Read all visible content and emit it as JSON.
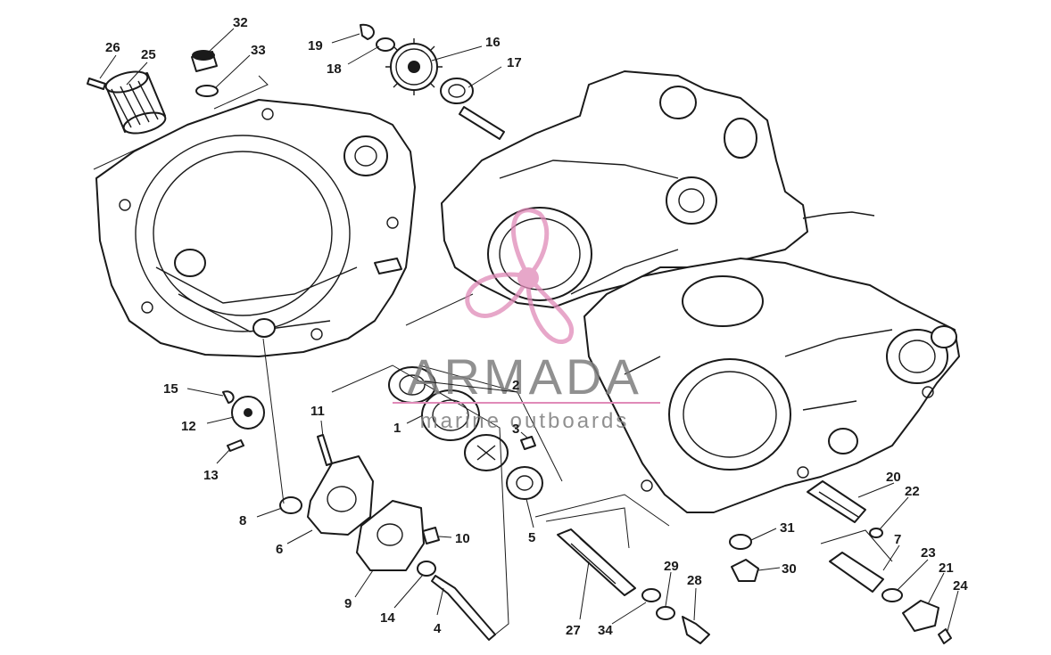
{
  "watermark": {
    "brand": "ARMADA",
    "tagline": "marine outboards",
    "accent_color": "#e08ab8",
    "text_color": "#7d7d7d"
  },
  "callouts": [
    {
      "id": "c1",
      "label": "1"
    },
    {
      "id": "c2",
      "label": "2"
    },
    {
      "id": "c3",
      "label": "3"
    },
    {
      "id": "c4",
      "label": "4"
    },
    {
      "id": "c5",
      "label": "5"
    },
    {
      "id": "c6",
      "label": "6"
    },
    {
      "id": "c7",
      "label": "7"
    },
    {
      "id": "c8",
      "label": "8"
    },
    {
      "id": "c9",
      "label": "9"
    },
    {
      "id": "c10",
      "label": "10"
    },
    {
      "id": "c11",
      "label": "11"
    },
    {
      "id": "c12",
      "label": "12"
    },
    {
      "id": "c13",
      "label": "13"
    },
    {
      "id": "c14",
      "label": "14"
    },
    {
      "id": "c15",
      "label": "15"
    },
    {
      "id": "c16",
      "label": "16"
    },
    {
      "id": "c17",
      "label": "17"
    },
    {
      "id": "c18",
      "label": "18"
    },
    {
      "id": "c19",
      "label": "19"
    },
    {
      "id": "c20",
      "label": "20"
    },
    {
      "id": "c21",
      "label": "21"
    },
    {
      "id": "c22",
      "label": "22"
    },
    {
      "id": "c23",
      "label": "23"
    },
    {
      "id": "c24",
      "label": "24"
    },
    {
      "id": "c25",
      "label": "25"
    },
    {
      "id": "c26",
      "label": "26"
    },
    {
      "id": "c27",
      "label": "27"
    },
    {
      "id": "c28",
      "label": "28"
    },
    {
      "id": "c29",
      "label": "29"
    },
    {
      "id": "c30",
      "label": "30"
    },
    {
      "id": "c31",
      "label": "31"
    },
    {
      "id": "c32",
      "label": "32"
    },
    {
      "id": "c33",
      "label": "33"
    },
    {
      "id": "c34",
      "label": "34"
    }
  ]
}
